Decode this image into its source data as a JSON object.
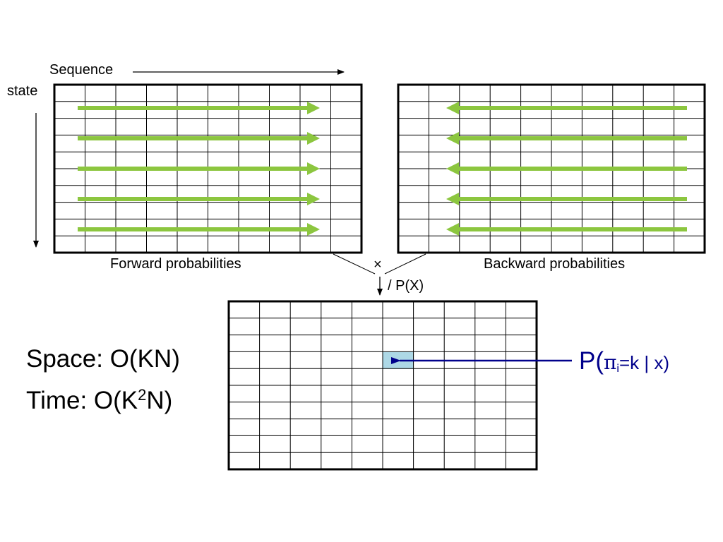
{
  "labels": {
    "sequence": "Sequence",
    "state": "state",
    "forward": "Forward probabilities",
    "backward": "Backward probabilities",
    "times": "×",
    "divide": "/ P(X)",
    "space": "Space: O(KN)",
    "time_prefix": "Time: O(K",
    "time_sup": "2",
    "time_suffix": "N)",
    "prob_prefix": "P(",
    "prob_pi": "π",
    "prob_sub": "i",
    "prob_rest": "=k | x)"
  },
  "grids": {
    "forward": {
      "rows": 10,
      "cols": 10,
      "arrow_direction": "right",
      "arrow_count": 5
    },
    "backward": {
      "rows": 10,
      "cols": 10,
      "arrow_direction": "left",
      "arrow_count": 5
    },
    "posterior": {
      "rows": 10,
      "cols": 10,
      "highlight_row": 3,
      "highlight_col": 5
    }
  },
  "colors": {
    "grid_line": "#000000",
    "arrow": "#8cc63f",
    "highlight": "#add8e6",
    "prob_arrow": "#00008b"
  }
}
